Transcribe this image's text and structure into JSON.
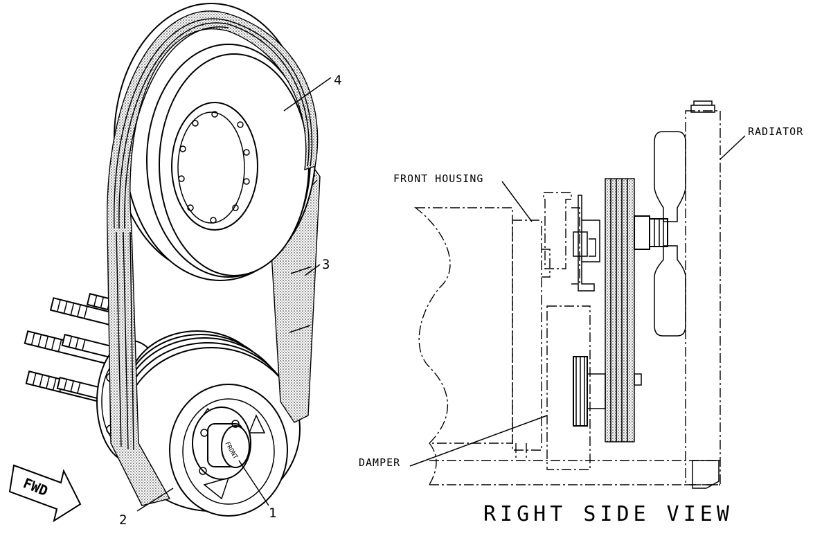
{
  "callouts": {
    "c1": "1",
    "c2": "2",
    "c3": "3",
    "c4": "4"
  },
  "labels": {
    "front_housing": "FRONT HOUSING",
    "radiator": "RADIATOR",
    "damper": "DAMPER",
    "fwd": "FWD",
    "pulley_stamp": "FRONT"
  },
  "caption": "RIGHT SIDE VIEW"
}
